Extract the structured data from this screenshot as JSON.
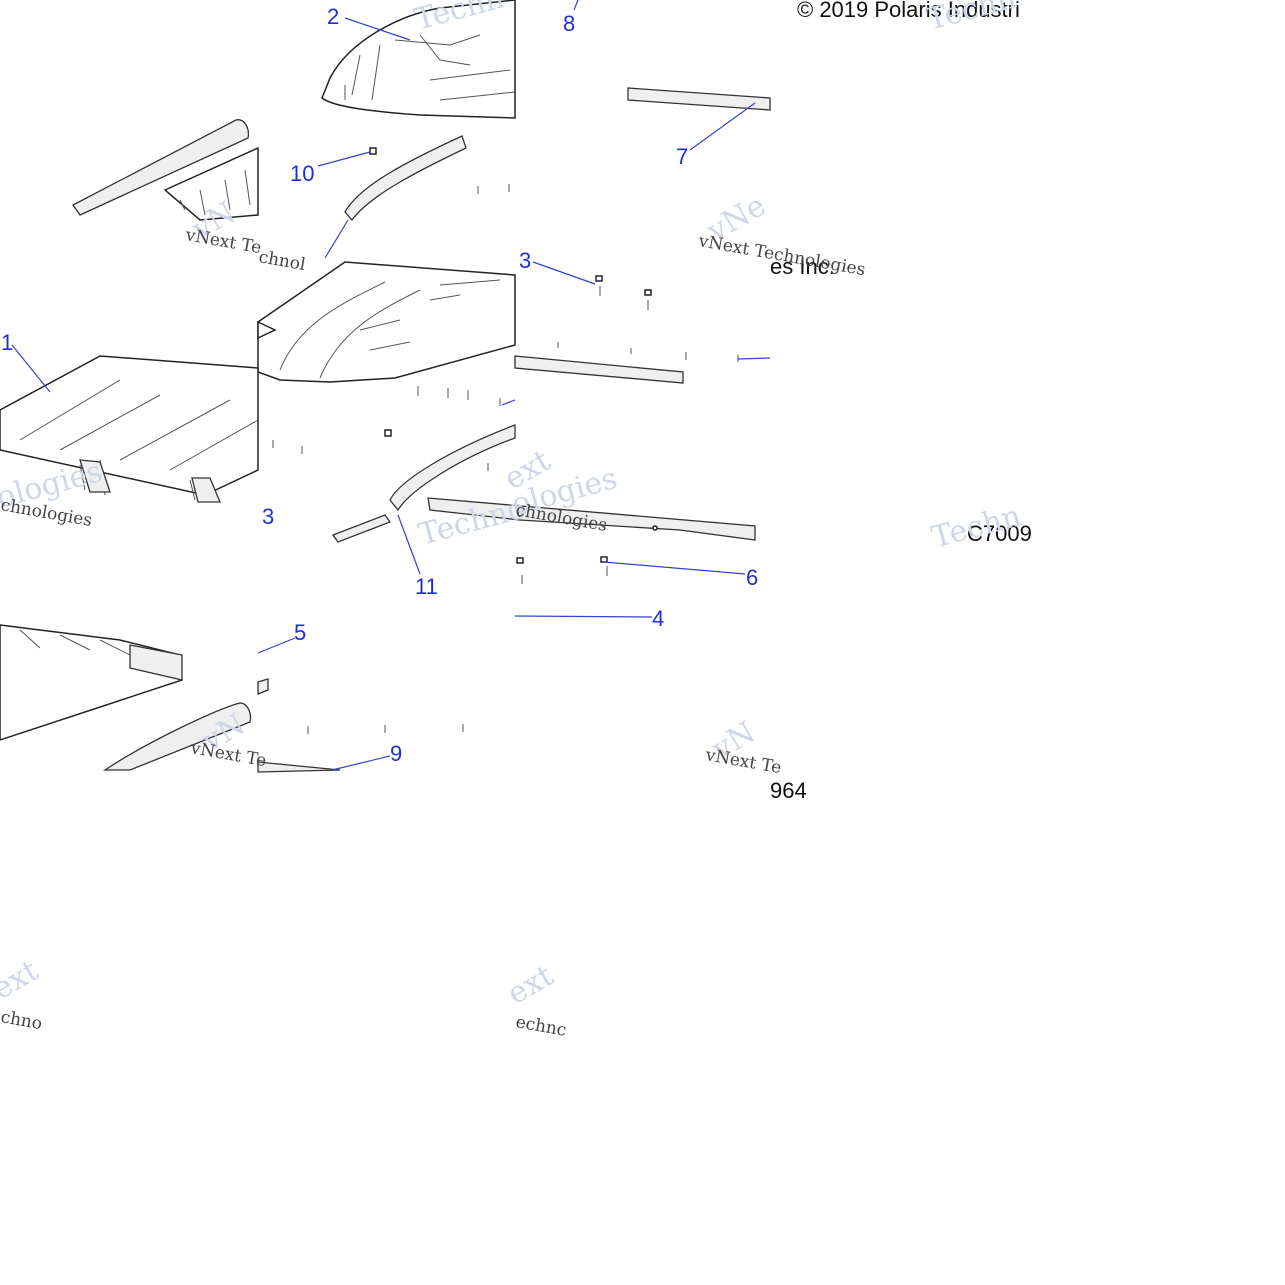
{
  "copyright": "© 2019 Polaris Industri",
  "copyright_fragment": "es Inc.",
  "drawing_number": "C7009",
  "drawing_number_fragment": "964",
  "watermark": {
    "brand": "vNext Technologies",
    "brand_short": "vNext Te",
    "word_tech": "Techn",
    "word_techno": "Techno",
    "word_next": "ext",
    "word_chnologies": "chnologies",
    "word_chnol": "chnol",
    "word_chno": "chno",
    "word_logies": "ologies",
    "word_vn": "vN",
    "word_vne": "vNe",
    "word_echno": "echnc"
  },
  "callouts": {
    "c1": "1",
    "c2": "2",
    "c3": "3",
    "c3b": "3",
    "c4": "4",
    "c5": "5",
    "c6": "6",
    "c7": "7",
    "c8": "8",
    "c9": "9",
    "c10": "10",
    "c11": "11"
  },
  "colors": {
    "callout": "#1f2fd6",
    "line": "#222222",
    "background": "#ffffff"
  }
}
